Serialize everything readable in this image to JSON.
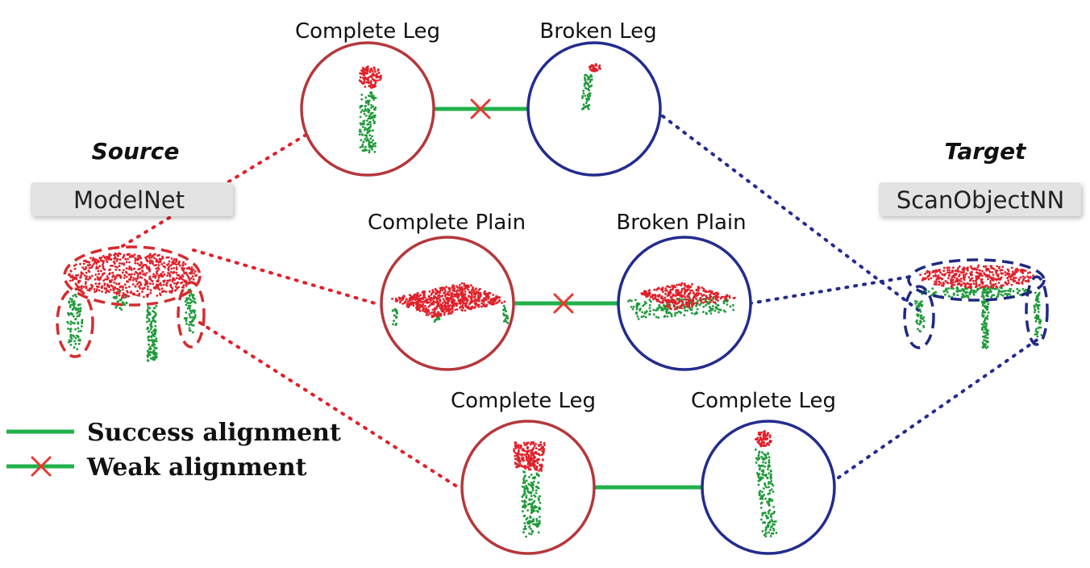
{
  "source": {
    "title": "Source",
    "dataset": "ModelNet"
  },
  "target": {
    "title": "Target",
    "dataset": "ScanObjectNN"
  },
  "pairs": [
    {
      "source_label": "Complete Leg",
      "target_label": "Broken Leg",
      "alignment": "weak"
    },
    {
      "source_label": "Complete Plain",
      "target_label": "Broken Plain",
      "alignment": "weak"
    },
    {
      "source_label": "Complete Leg",
      "target_label": "Complete Leg",
      "alignment": "success"
    }
  ],
  "legend": {
    "success": "Success alignment",
    "weak": "Weak alignment"
  },
  "colors": {
    "source": "#b5373c",
    "target": "#232c8e",
    "success": "#22b14c",
    "weak_cross": "#e8392f",
    "point_red": "#e0202a",
    "point_green": "#1f9a3a",
    "dataset_box": "#e3e3e3"
  }
}
